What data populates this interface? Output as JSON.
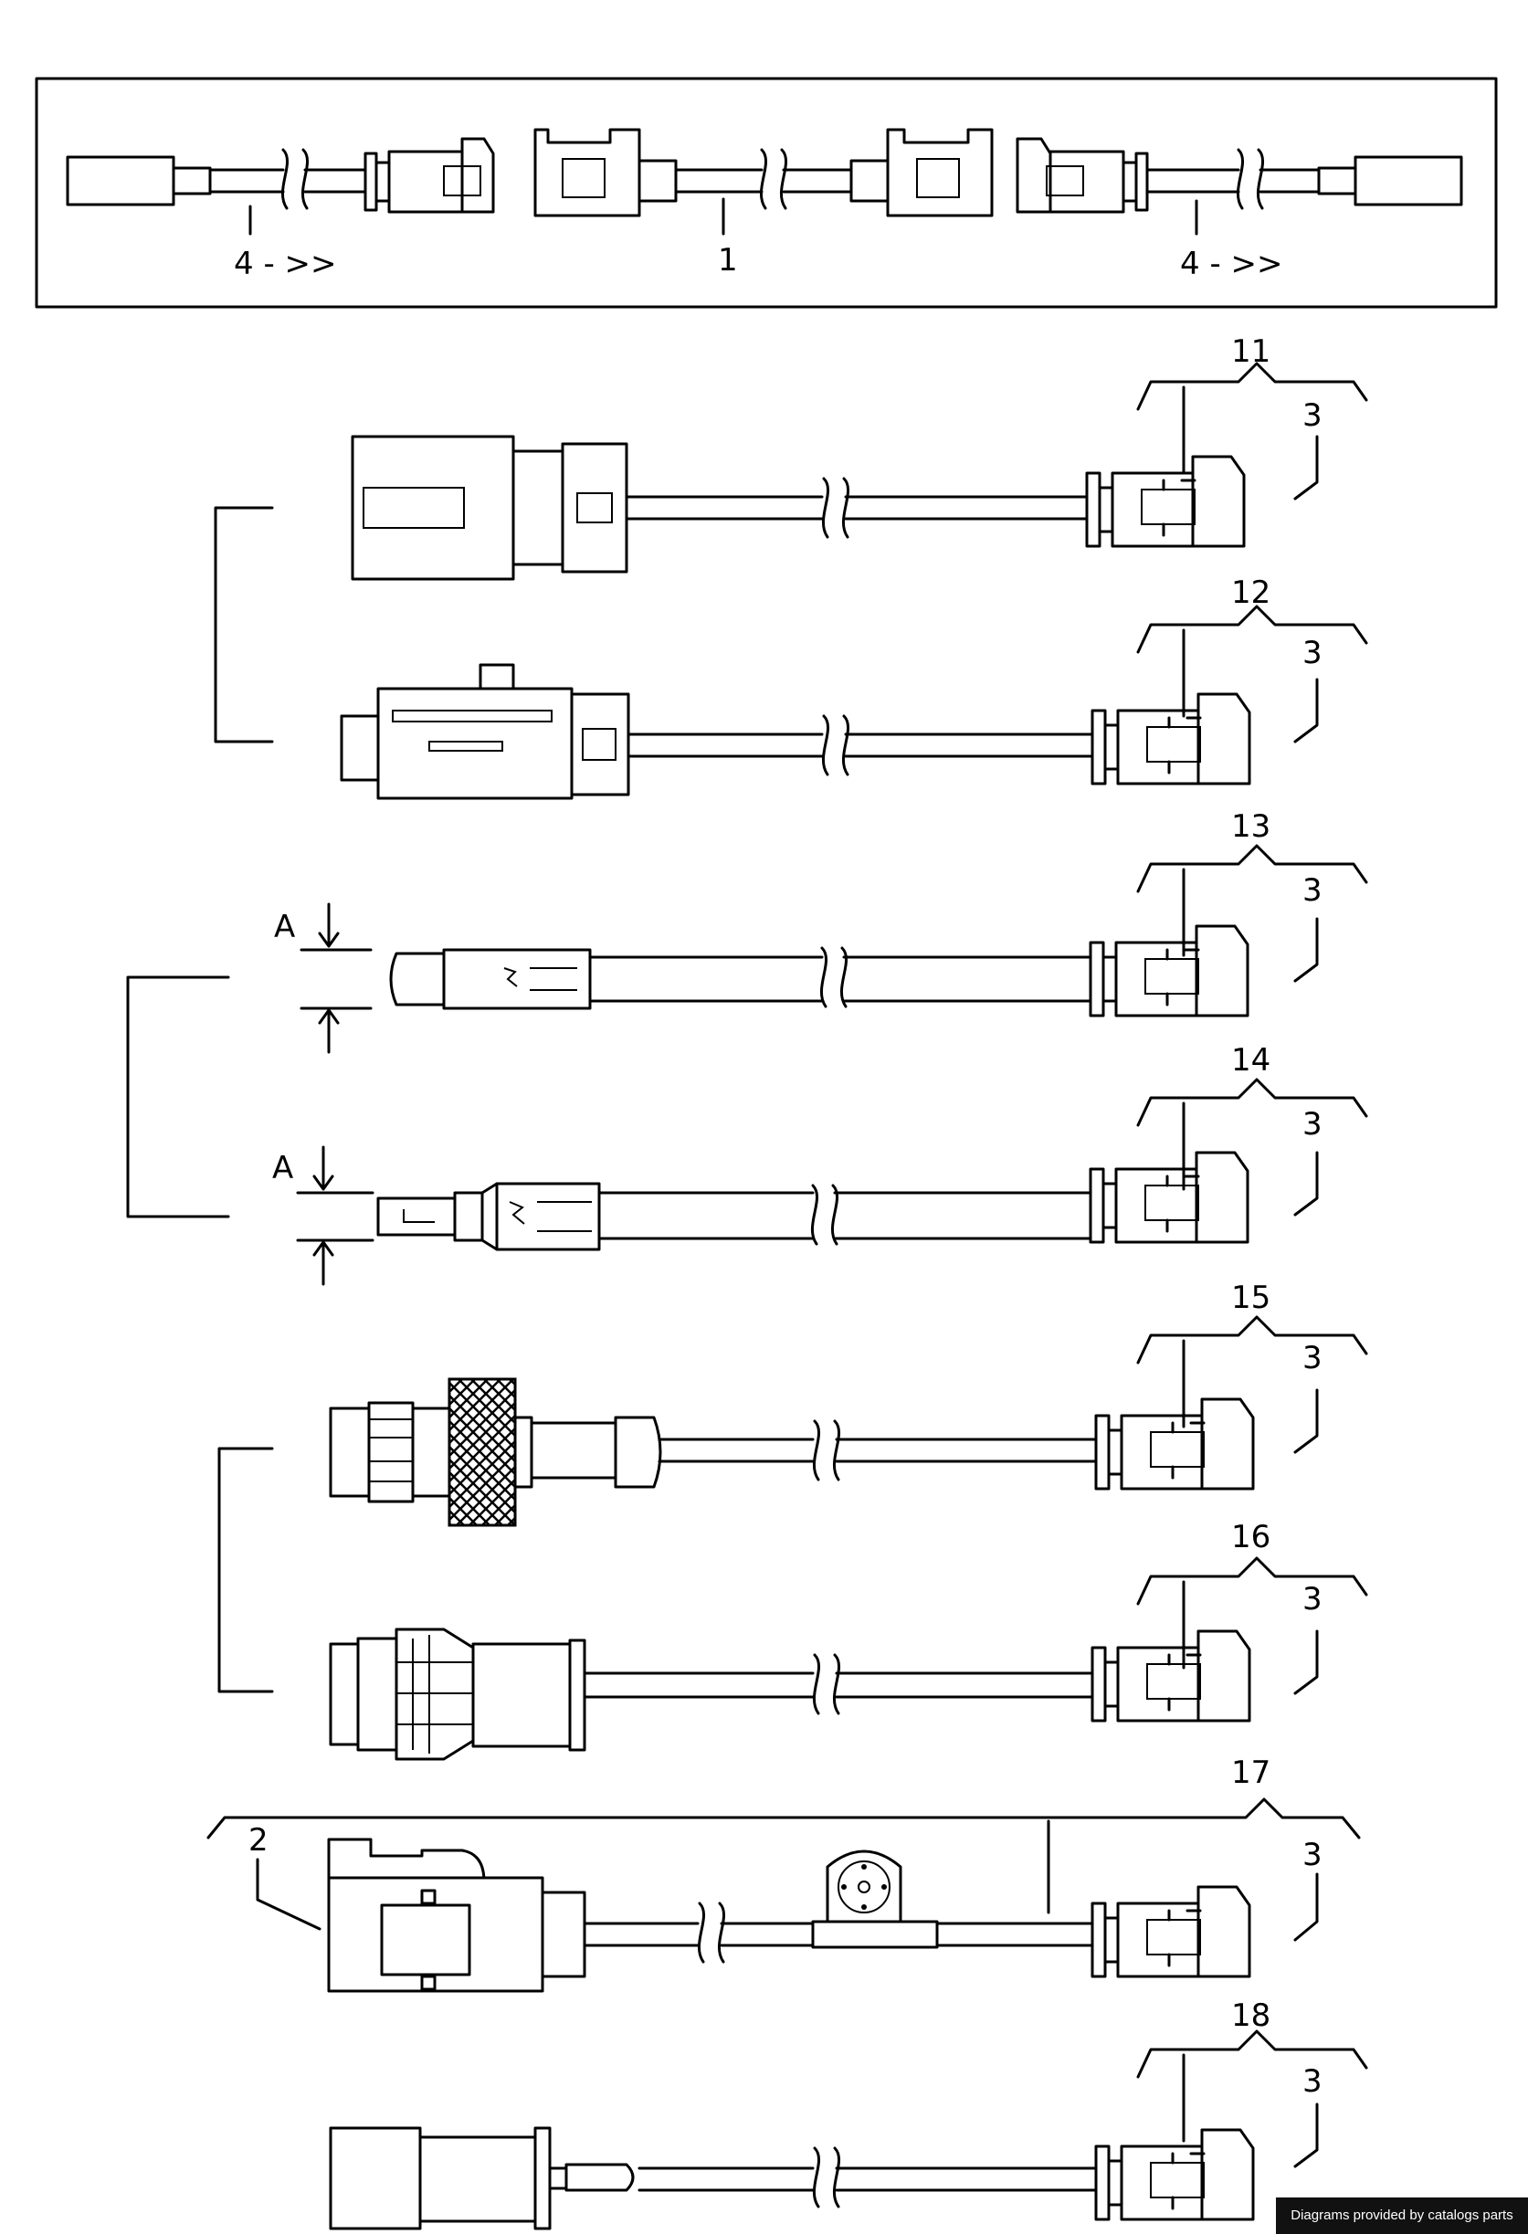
{
  "diagram": {
    "top_assembly": {
      "labels": [
        "4 - >>",
        "1",
        "4 - >>"
      ]
    },
    "rows": [
      {
        "item": "11",
        "sub": "3"
      },
      {
        "item": "12",
        "sub": "3"
      },
      {
        "item": "13",
        "sub": "3",
        "dim": "A"
      },
      {
        "item": "14",
        "sub": "3",
        "dim": "A"
      },
      {
        "item": "15",
        "sub": "3"
      },
      {
        "item": "16",
        "sub": "3"
      },
      {
        "item": "17",
        "sub": "3",
        "extra": "2"
      },
      {
        "item": "18",
        "sub": "3"
      }
    ]
  },
  "credit": "Diagrams provided by catalogs parts"
}
